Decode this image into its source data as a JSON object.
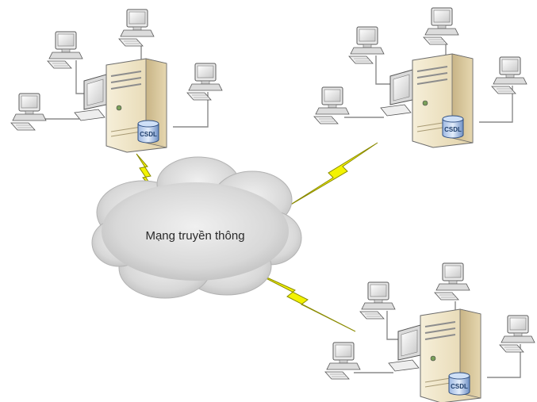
{
  "network": {
    "label": "Mạng truyền thông"
  },
  "sites": [
    {
      "id": "site-top-left",
      "database_label": "CSDL",
      "workstations": 4
    },
    {
      "id": "site-top-right",
      "database_label": "CSDL",
      "workstations": 4
    },
    {
      "id": "site-bottom-right",
      "database_label": "CSDL",
      "workstations": 4
    }
  ],
  "colors": {
    "server_body": "#efe3c4",
    "server_side": "#d6c49c",
    "cable": "#8a8a8a",
    "lightning": "#f3f300",
    "lightning_edge": "#8a8a00",
    "database": "#6f93c9",
    "cloud": "#d6d6d6"
  }
}
